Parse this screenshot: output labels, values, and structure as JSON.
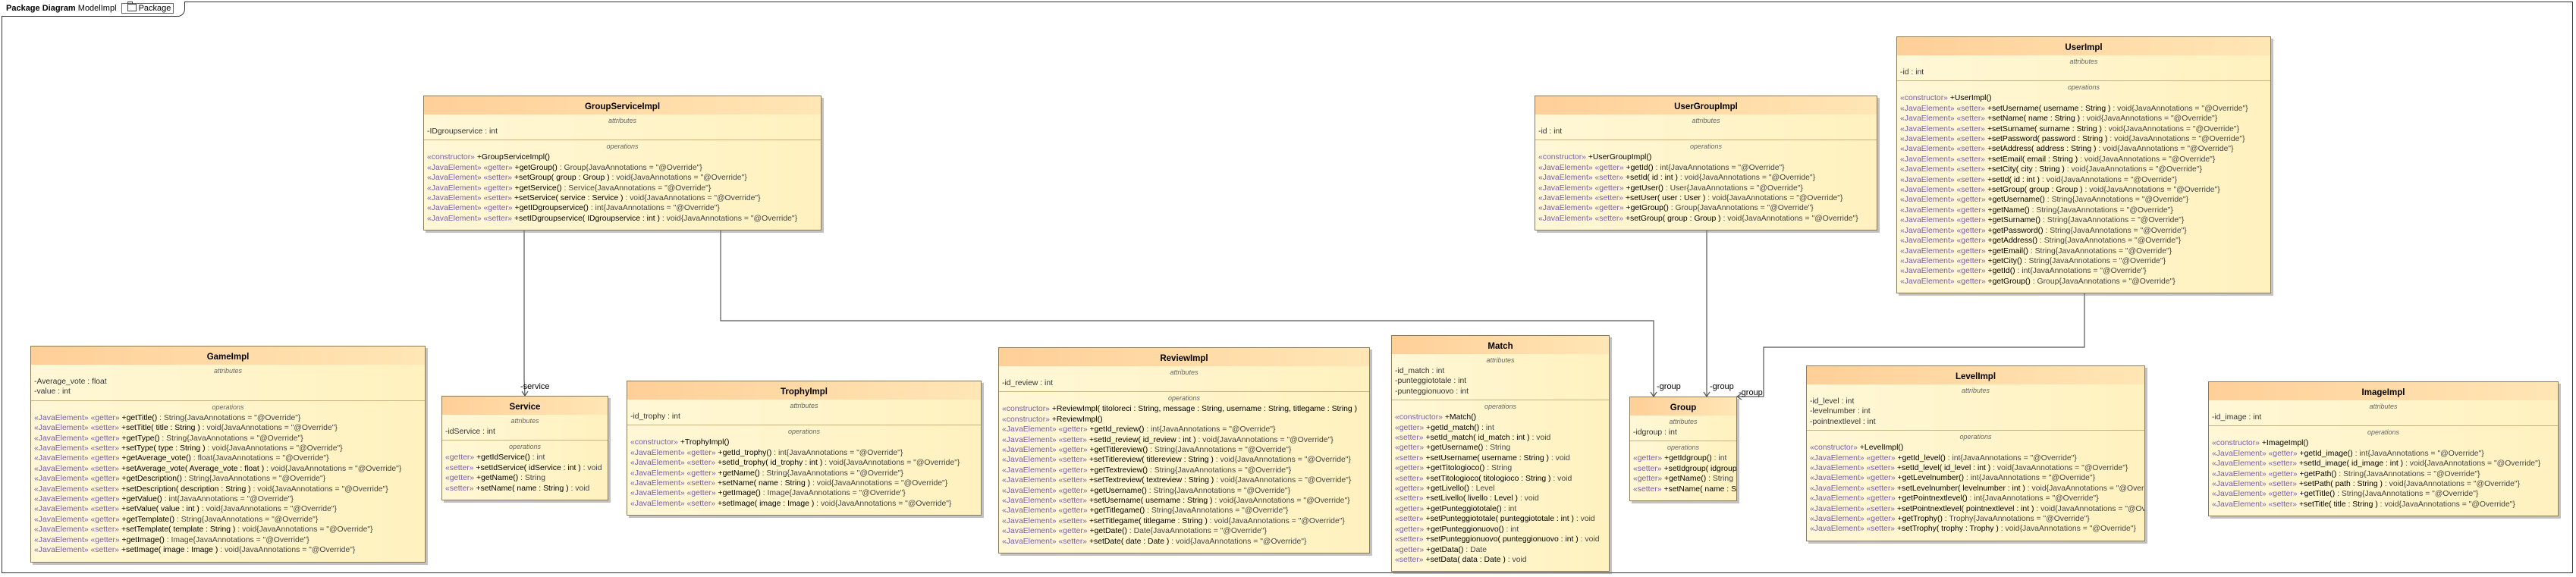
{
  "frame": {
    "kind": "Package Diagram",
    "name": "ModelImpl",
    "bracket": "Package"
  },
  "sections": {
    "attributes": "attributes",
    "operations": "operations"
  },
  "classes": [
    {
      "id": "groupserviceimpl",
      "name": "GroupServiceImpl",
      "attributes": [
        "-IDgroupservice : int"
      ],
      "operations": [
        {
          "ster": "«constructor»",
          "sig": "+GroupServiceImpl()",
          "rest": ""
        },
        {
          "ster": "«JavaElement» «getter»",
          "sig": "+getGroup()",
          "rest": " : Group{JavaAnnotations = \"@Override\"}"
        },
        {
          "ster": "«JavaElement» «setter»",
          "sig": "+setGroup( group : Group )",
          "rest": " : void{JavaAnnotations = \"@Override\"}"
        },
        {
          "ster": "«JavaElement» «getter»",
          "sig": "+getService()",
          "rest": " : Service{JavaAnnotations = \"@Override\"}"
        },
        {
          "ster": "«JavaElement» «setter»",
          "sig": "+setService( service : Service )",
          "rest": " : void{JavaAnnotations = \"@Override\"}"
        },
        {
          "ster": "«JavaElement» «getter»",
          "sig": "+getIDgroupservice()",
          "rest": " : int{JavaAnnotations = \"@Override\"}"
        },
        {
          "ster": "«JavaElement» «setter»",
          "sig": "+setIDgroupservice( IDgroupservice : int )",
          "rest": " : void{JavaAnnotations = \"@Override\"}"
        }
      ]
    },
    {
      "id": "usergroupimpl",
      "name": "UserGroupImpl",
      "attributes": [
        "-id : int"
      ],
      "operations": [
        {
          "ster": "«constructor»",
          "sig": "+UserGroupImpl()",
          "rest": ""
        },
        {
          "ster": "«JavaElement» «getter»",
          "sig": "+getId()",
          "rest": " : int{JavaAnnotations = \"@Override\"}"
        },
        {
          "ster": "«JavaElement» «setter»",
          "sig": "+setId( id : int )",
          "rest": " : void{JavaAnnotations = \"@Override\"}"
        },
        {
          "ster": "«JavaElement» «getter»",
          "sig": "+getUser()",
          "rest": " : User{JavaAnnotations = \"@Override\"}"
        },
        {
          "ster": "«JavaElement» «setter»",
          "sig": "+setUser( user : User )",
          "rest": " : void{JavaAnnotations = \"@Override\"}"
        },
        {
          "ster": "«JavaElement» «getter»",
          "sig": "+getGroup()",
          "rest": " : Group{JavaAnnotations = \"@Override\"}"
        },
        {
          "ster": "«JavaElement» «setter»",
          "sig": "+setGroup( group : Group )",
          "rest": " : void{JavaAnnotations = \"@Override\"}"
        }
      ]
    },
    {
      "id": "userimpl",
      "name": "UserImpl",
      "attributes": [
        "-id : int"
      ],
      "operations": [
        {
          "ster": "«constructor»",
          "sig": "+UserImpl()",
          "rest": ""
        },
        {
          "ster": "«JavaElement» «setter»",
          "sig": "+setUsername( username : String )",
          "rest": " : void{JavaAnnotations = \"@Override\"}"
        },
        {
          "ster": "«JavaElement» «setter»",
          "sig": "+setName( name : String )",
          "rest": " : void{JavaAnnotations = \"@Override\"}"
        },
        {
          "ster": "«JavaElement» «setter»",
          "sig": "+setSurname( surname : String )",
          "rest": " : void{JavaAnnotations = \"@Override\"}"
        },
        {
          "ster": "«JavaElement» «setter»",
          "sig": "+setPassword( password : String )",
          "rest": " : void{JavaAnnotations = \"@Override\"}"
        },
        {
          "ster": "«JavaElement» «setter»",
          "sig": "+setAddress( address : String )",
          "rest": " : void{JavaAnnotations = \"@Override\"}"
        },
        {
          "ster": "«JavaElement» «setter»",
          "sig": "+setEmail( email : String )",
          "rest": " : void{JavaAnnotations = \"@Override\"}"
        },
        {
          "ster": "«JavaElement» «setter»",
          "sig": "+setCity( city : String )",
          "rest": " : void{JavaAnnotations = \"@Override\"}"
        },
        {
          "ster": "«JavaElement» «setter»",
          "sig": "+setId( id : int )",
          "rest": " : void{JavaAnnotations = \"@Override\"}"
        },
        {
          "ster": "«JavaElement» «setter»",
          "sig": "+setGroup( group : Group )",
          "rest": " : void{JavaAnnotations = \"@Override\"}"
        },
        {
          "ster": "«JavaElement» «getter»",
          "sig": "+getUsername()",
          "rest": " : String{JavaAnnotations = \"@Override\"}"
        },
        {
          "ster": "«JavaElement» «getter»",
          "sig": "+getName()",
          "rest": " : String{JavaAnnotations = \"@Override\"}"
        },
        {
          "ster": "«JavaElement» «getter»",
          "sig": "+getSurname()",
          "rest": " : String{JavaAnnotations = \"@Override\"}"
        },
        {
          "ster": "«JavaElement» «getter»",
          "sig": "+getPassword()",
          "rest": " : String{JavaAnnotations = \"@Override\"}"
        },
        {
          "ster": "«JavaElement» «getter»",
          "sig": "+getAddress()",
          "rest": " : String{JavaAnnotations = \"@Override\"}"
        },
        {
          "ster": "«JavaElement» «getter»",
          "sig": "+getEmail()",
          "rest": " : String{JavaAnnotations = \"@Override\"}"
        },
        {
          "ster": "«JavaElement» «getter»",
          "sig": "+getCity()",
          "rest": " : String{JavaAnnotations = \"@Override\"}"
        },
        {
          "ster": "«JavaElement» «getter»",
          "sig": "+getId()",
          "rest": " : int{JavaAnnotations = \"@Override\"}"
        },
        {
          "ster": "«JavaElement» «getter»",
          "sig": "+getGroup()",
          "rest": " : Group{JavaAnnotations = \"@Override\"}"
        }
      ]
    },
    {
      "id": "gameimpl",
      "name": "GameImpl",
      "attributes": [
        "-Average_vote : float",
        "-value : int"
      ],
      "operations": [
        {
          "ster": "«JavaElement» «getter»",
          "sig": "+getTitle()",
          "rest": " : String{JavaAnnotations = \"@Override\"}"
        },
        {
          "ster": "«JavaElement» «setter»",
          "sig": "+setTitle( title : String )",
          "rest": " : void{JavaAnnotations = \"@Override\"}"
        },
        {
          "ster": "«JavaElement» «getter»",
          "sig": "+getType()",
          "rest": " : String{JavaAnnotations = \"@Override\"}"
        },
        {
          "ster": "«JavaElement» «setter»",
          "sig": "+setType( type : String )",
          "rest": " : void{JavaAnnotations = \"@Override\"}"
        },
        {
          "ster": "«JavaElement» «getter»",
          "sig": "+getAverage_vote()",
          "rest": " : float{JavaAnnotations = \"@Override\"}"
        },
        {
          "ster": "«JavaElement» «setter»",
          "sig": "+setAverage_vote( Average_vote : float )",
          "rest": " : void{JavaAnnotations = \"@Override\"}"
        },
        {
          "ster": "«JavaElement» «getter»",
          "sig": "+getDescription()",
          "rest": " : String{JavaAnnotations = \"@Override\"}"
        },
        {
          "ster": "«JavaElement» «setter»",
          "sig": "+setDescription( description : String )",
          "rest": " : void{JavaAnnotations = \"@Override\"}"
        },
        {
          "ster": "«JavaElement» «getter»",
          "sig": "+getValue()",
          "rest": " : int{JavaAnnotations = \"@Override\"}"
        },
        {
          "ster": "«JavaElement» «setter»",
          "sig": "+setValue( value : int )",
          "rest": " : void{JavaAnnotations = \"@Override\"}"
        },
        {
          "ster": "«JavaElement» «getter»",
          "sig": "+getTemplate()",
          "rest": " : String{JavaAnnotations = \"@Override\"}"
        },
        {
          "ster": "«JavaElement» «setter»",
          "sig": "+setTemplate( template : String )",
          "rest": " : void{JavaAnnotations = \"@Override\"}"
        },
        {
          "ster": "«JavaElement» «getter»",
          "sig": "+getImage()",
          "rest": " : Image{JavaAnnotations = \"@Override\"}"
        },
        {
          "ster": "«JavaElement» «setter»",
          "sig": "+setImage( image : Image )",
          "rest": " : void{JavaAnnotations = \"@Override\"}"
        }
      ]
    },
    {
      "id": "service",
      "name": "Service",
      "attributes": [
        "-idService : int"
      ],
      "operations": [
        {
          "ster": "«getter»",
          "sig": "+getIdService()",
          "rest": " : int"
        },
        {
          "ster": "«setter»",
          "sig": "+setIdService( idService : int )",
          "rest": " : void"
        },
        {
          "ster": "«getter»",
          "sig": "+getName()",
          "rest": " : String"
        },
        {
          "ster": "«setter»",
          "sig": "+setName( name : String )",
          "rest": " : void"
        }
      ]
    },
    {
      "id": "trophyimpl",
      "name": "TrophyImpl",
      "attributes": [
        "-id_trophy : int"
      ],
      "operations": [
        {
          "ster": "«constructor»",
          "sig": "+TrophyImpl()",
          "rest": ""
        },
        {
          "ster": "«JavaElement» «getter»",
          "sig": "+getId_trophy()",
          "rest": " : int{JavaAnnotations = \"@Override\"}"
        },
        {
          "ster": "«JavaElement» «setter»",
          "sig": "+setId_trophy( id_trophy : int )",
          "rest": " : void{JavaAnnotations = \"@Override\"}"
        },
        {
          "ster": "«JavaElement» «getter»",
          "sig": "+getName()",
          "rest": " : String{JavaAnnotations = \"@Override\"}"
        },
        {
          "ster": "«JavaElement» «setter»",
          "sig": "+setName( name : String )",
          "rest": " : void{JavaAnnotations = \"@Override\"}"
        },
        {
          "ster": "«JavaElement» «getter»",
          "sig": "+getImage()",
          "rest": " : Image{JavaAnnotations = \"@Override\"}"
        },
        {
          "ster": "«JavaElement» «setter»",
          "sig": "+setImage( image : Image )",
          "rest": " : void{JavaAnnotations = \"@Override\"}"
        }
      ]
    },
    {
      "id": "reviewimpl",
      "name": "ReviewImpl",
      "attributes": [
        "-id_review : int"
      ],
      "operations": [
        {
          "ster": "«constructor»",
          "sig": "+ReviewImpl( titoloreci : String, message : String, username : String, titlegame : String )",
          "rest": ""
        },
        {
          "ster": "«constructor»",
          "sig": "+ReviewImpl()",
          "rest": ""
        },
        {
          "ster": "«JavaElement» «getter»",
          "sig": "+getId_review()",
          "rest": " : int{JavaAnnotations = \"@Override\"}"
        },
        {
          "ster": "«JavaElement» «setter»",
          "sig": "+setId_review( id_review : int )",
          "rest": " : void{JavaAnnotations = \"@Override\"}"
        },
        {
          "ster": "«JavaElement» «getter»",
          "sig": "+getTitlereview()",
          "rest": " : String{JavaAnnotations = \"@Override\"}"
        },
        {
          "ster": "«JavaElement» «setter»",
          "sig": "+setTitlereview( titlereview : String )",
          "rest": " : void{JavaAnnotations = \"@Override\"}"
        },
        {
          "ster": "«JavaElement» «getter»",
          "sig": "+getTextreview()",
          "rest": " : String{JavaAnnotations = \"@Override\"}"
        },
        {
          "ster": "«JavaElement» «setter»",
          "sig": "+setTextreview( textreview : String )",
          "rest": " : void{JavaAnnotations = \"@Override\"}"
        },
        {
          "ster": "«JavaElement» «getter»",
          "sig": "+getUsername()",
          "rest": " : String{JavaAnnotations = \"@Override\"}"
        },
        {
          "ster": "«JavaElement» «setter»",
          "sig": "+setUsername( username : String )",
          "rest": " : void{JavaAnnotations = \"@Override\"}"
        },
        {
          "ster": "«JavaElement» «getter»",
          "sig": "+getTitlegame()",
          "rest": " : String{JavaAnnotations = \"@Override\"}"
        },
        {
          "ster": "«JavaElement» «setter»",
          "sig": "+setTitlegame( titlegame : String )",
          "rest": " : void{JavaAnnotations = \"@Override\"}"
        },
        {
          "ster": "«JavaElement» «getter»",
          "sig": "+getDate()",
          "rest": " : Date{JavaAnnotations = \"@Override\"}"
        },
        {
          "ster": "«JavaElement» «setter»",
          "sig": "+setDate( date : Date )",
          "rest": " : void{JavaAnnotations = \"@Override\"}"
        }
      ]
    },
    {
      "id": "match",
      "name": "Match",
      "attributes": [
        "-id_match : int",
        "-punteggiototale : int",
        "-punteggionuovo : int"
      ],
      "operations": [
        {
          "ster": "«constructor»",
          "sig": "+Match()",
          "rest": ""
        },
        {
          "ster": "«getter»",
          "sig": "+getId_match()",
          "rest": " : int"
        },
        {
          "ster": "«setter»",
          "sig": "+setId_match( id_match : int )",
          "rest": " : void"
        },
        {
          "ster": "«getter»",
          "sig": "+getUsername()",
          "rest": " : String"
        },
        {
          "ster": "«setter»",
          "sig": "+setUsername( username : String )",
          "rest": " : void"
        },
        {
          "ster": "«getter»",
          "sig": "+getTitologioco()",
          "rest": " : String"
        },
        {
          "ster": "«setter»",
          "sig": "+setTitologioco( titologioco : String )",
          "rest": " : void"
        },
        {
          "ster": "«getter»",
          "sig": "+getLivello()",
          "rest": " : Level"
        },
        {
          "ster": "«setter»",
          "sig": "+setLivello( livello : Level )",
          "rest": " : void"
        },
        {
          "ster": "«getter»",
          "sig": "+getPunteggiototale()",
          "rest": " : int"
        },
        {
          "ster": "«setter»",
          "sig": "+setPunteggiototale( punteggiototale : int )",
          "rest": " : void"
        },
        {
          "ster": "«getter»",
          "sig": "+getPunteggionuovo()",
          "rest": " : int"
        },
        {
          "ster": "«setter»",
          "sig": "+setPunteggionuovo( punteggionuovo : int )",
          "rest": " : void"
        },
        {
          "ster": "«getter»",
          "sig": "+getData()",
          "rest": " : Date"
        },
        {
          "ster": "«setter»",
          "sig": "+setData( data : Date )",
          "rest": " : void"
        }
      ]
    },
    {
      "id": "group",
      "name": "Group",
      "attributes": [
        "-idgroup : int"
      ],
      "operations": [
        {
          "ster": "«getter»",
          "sig": "+getIdgroup()",
          "rest": " : int"
        },
        {
          "ster": "«setter»",
          "sig": "+setIdgroup( idgroup : int )",
          "rest": " : void"
        },
        {
          "ster": "«getter»",
          "sig": "+getName()",
          "rest": " : String"
        },
        {
          "ster": "«setter»",
          "sig": "+setName( name : String )",
          "rest": " : void"
        }
      ]
    },
    {
      "id": "levelimpl",
      "name": "LevelImpl",
      "attributes": [
        "-id_level : int",
        "-levelnumber : int",
        "-pointnextlevel : int"
      ],
      "operations": [
        {
          "ster": "«constructor»",
          "sig": "+LevelImpl()",
          "rest": ""
        },
        {
          "ster": "«JavaElement» «getter»",
          "sig": "+getId_level()",
          "rest": " : int{JavaAnnotations = \"@Override\"}"
        },
        {
          "ster": "«JavaElement» «setter»",
          "sig": "+setId_level( id_level : int )",
          "rest": " : void{JavaAnnotations = \"@Override\"}"
        },
        {
          "ster": "«JavaElement» «getter»",
          "sig": "+getLevelnumber()",
          "rest": " : int{JavaAnnotations = \"@Override\"}"
        },
        {
          "ster": "«JavaElement» «setter»",
          "sig": "+setLevelnumber( levelnumber : int )",
          "rest": " : void{JavaAnnotations = \"@Override\"}"
        },
        {
          "ster": "«JavaElement» «getter»",
          "sig": "+getPointnextlevel()",
          "rest": " : int{JavaAnnotations = \"@Override\"}"
        },
        {
          "ster": "«JavaElement» «setter»",
          "sig": "+setPointnextlevel( pointnextlevel : int )",
          "rest": " : void{JavaAnnotations = \"@Override\"}"
        },
        {
          "ster": "«JavaElement» «getter»",
          "sig": "+getTrophy()",
          "rest": " : Trophy{JavaAnnotations = \"@Override\"}"
        },
        {
          "ster": "«JavaElement» «setter»",
          "sig": "+setTrophy( trophy : Trophy )",
          "rest": " : void{JavaAnnotations = \"@Override\"}"
        }
      ]
    },
    {
      "id": "imageimpl",
      "name": "ImageImpl",
      "attributes": [
        "-id_image : int"
      ],
      "operations": [
        {
          "ster": "«constructor»",
          "sig": "+ImageImpl()",
          "rest": ""
        },
        {
          "ster": "«JavaElement» «getter»",
          "sig": "+getId_image()",
          "rest": " : int{JavaAnnotations = \"@Override\"}"
        },
        {
          "ster": "«JavaElement» «setter»",
          "sig": "+setId_image( id_image : int )",
          "rest": " : void{JavaAnnotations = \"@Override\"}"
        },
        {
          "ster": "«JavaElement» «getter»",
          "sig": "+getPath()",
          "rest": " : String{JavaAnnotations = \"@Override\"}"
        },
        {
          "ster": "«JavaElement» «setter»",
          "sig": "+setPath( path : String )",
          "rest": " : void{JavaAnnotations = \"@Override\"}"
        },
        {
          "ster": "«JavaElement» «getter»",
          "sig": "+getTitle()",
          "rest": " : String{JavaAnnotations = \"@Override\"}"
        },
        {
          "ster": "«JavaElement» «setter»",
          "sig": "+setTitle( title : String )",
          "rest": " : void{JavaAnnotations = \"@Override\"}"
        }
      ]
    }
  ],
  "associations": [
    {
      "from": "groupserviceimpl",
      "to": "service",
      "label": "-service"
    },
    {
      "from": "groupserviceimpl",
      "to": "group",
      "label": "-group"
    },
    {
      "from": "usergroupimpl",
      "to": "group",
      "label": "-group"
    },
    {
      "from": "userimpl",
      "to": "group",
      "label": "-group"
    }
  ]
}
